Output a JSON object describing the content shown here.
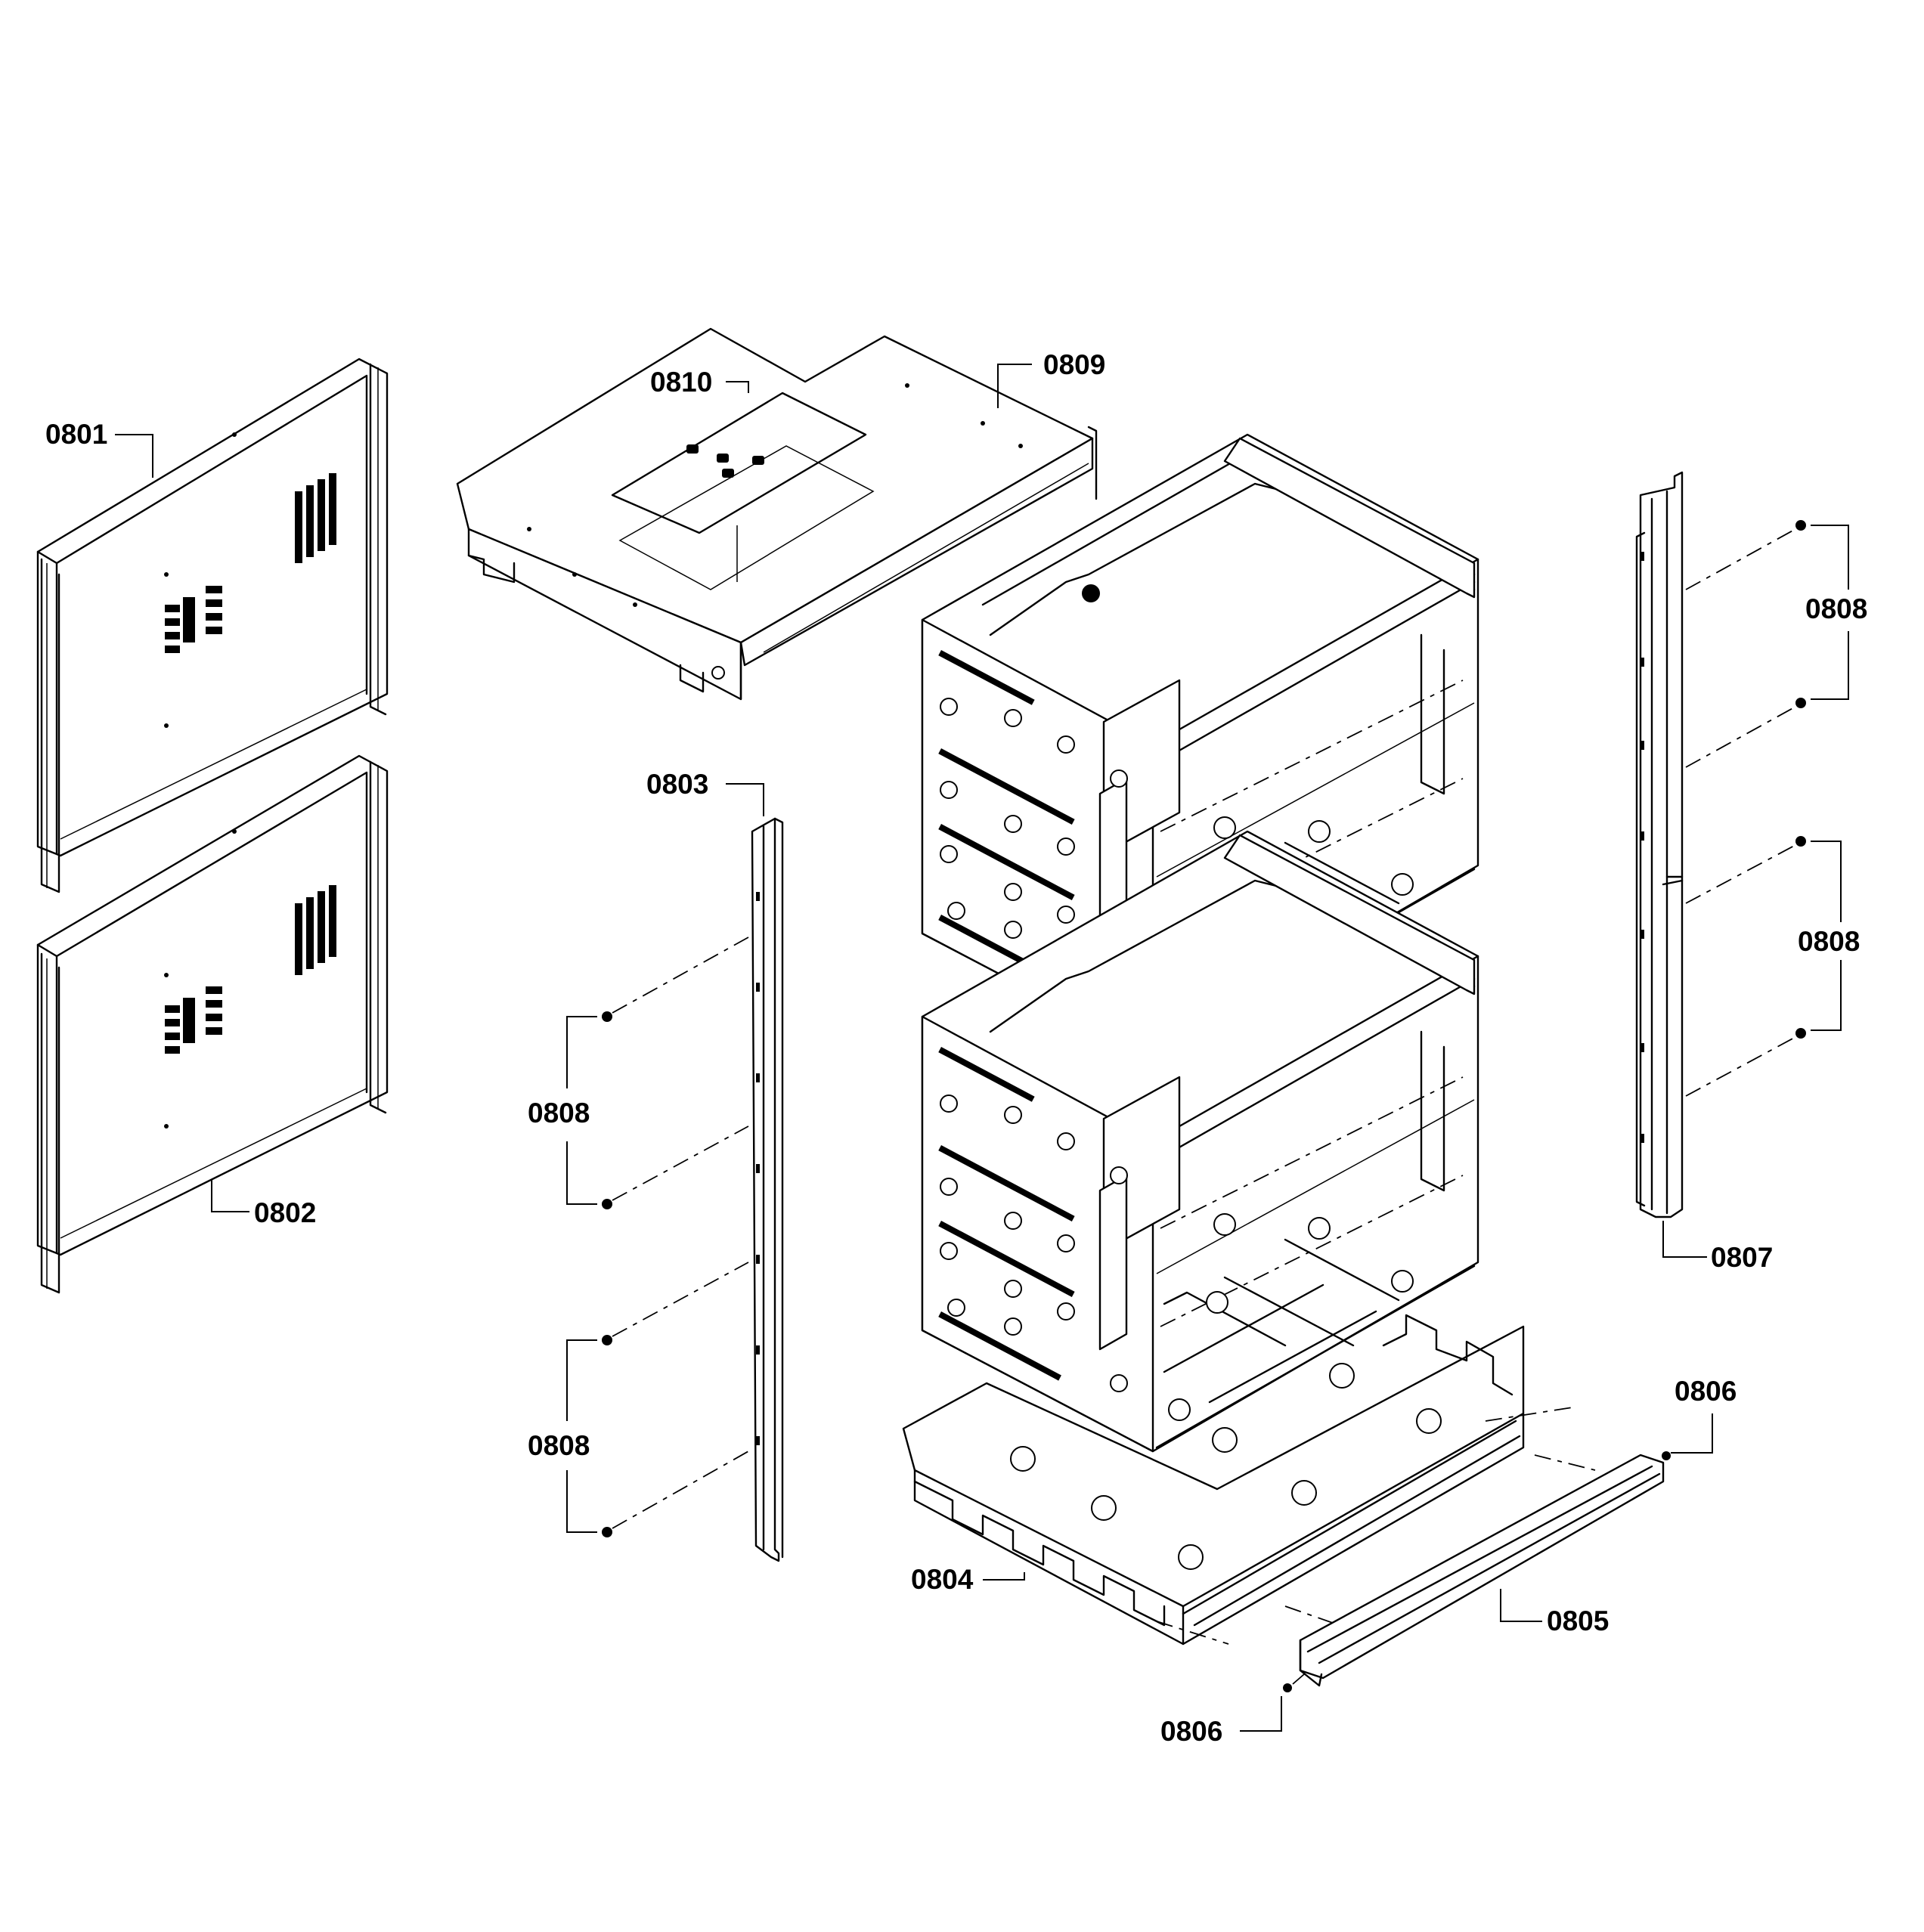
{
  "callouts": {
    "c0801": "0801",
    "c0802": "0802",
    "c0803": "0803",
    "c0804": "0804",
    "c0805": "0805",
    "c0806a": "0806",
    "c0806b": "0806",
    "c0807": "0807",
    "c0808a": "0808",
    "c0808b": "0808",
    "c0808c": "0808",
    "c0808d": "0808",
    "c0809": "0809",
    "c0810": "0810"
  }
}
